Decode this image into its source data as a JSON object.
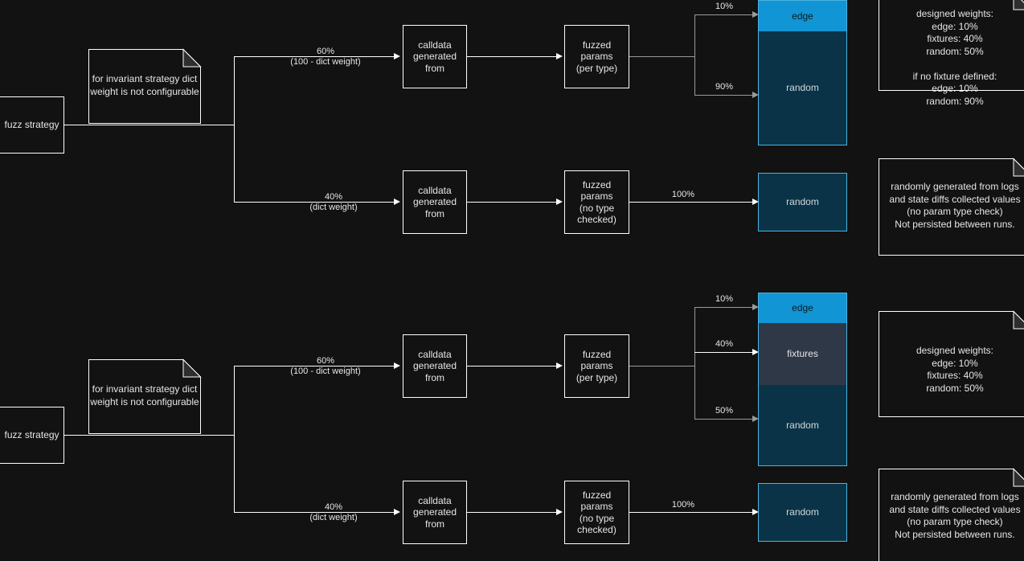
{
  "diagram": {
    "title": "fuzz strategy",
    "colors": {
      "background": "#121212",
      "line": "#ffffff",
      "line_dim": "#9a9a9a",
      "edge_fill": "#1195d4",
      "fixtures_fill": "#2f3847",
      "random_fill": "#0b3347",
      "result_border": "#4ab3e0"
    }
  },
  "top": {
    "source": {
      "label": "fuzz strategy"
    },
    "note_dict": {
      "text": "for invariant strategy dict\nweight is not configurable"
    },
    "branch_upper": {
      "pct": "60%",
      "detail": "(100 - dict weight)"
    },
    "branch_lower": {
      "pct": "40%",
      "detail": "(dict weight)"
    },
    "calldata_upper": {
      "label": "calldata\ngenerated\nfrom"
    },
    "calldata_lower": {
      "label": "calldata\ngenerated\nfrom"
    },
    "params_upper": {
      "label": "fuzzed\nparams\n(per type)"
    },
    "params_lower": {
      "label": "fuzzed\nparams\n(no type\nchecked)"
    },
    "split": [
      {
        "pct": "10%",
        "target": "edge"
      },
      {
        "pct": "90%",
        "target": "random"
      }
    ],
    "results_stack": [
      {
        "label": "edge",
        "kind": "edge"
      },
      {
        "label": "random",
        "kind": "random"
      }
    ],
    "result_single": {
      "label": "random",
      "pct": "100%"
    },
    "note_weights": {
      "text": "designed weights:\nedge: 10%\nfixtures: 40%\nrandom: 50%\n\nif no fixture defined:\nedge: 10%\nrandom: 90%"
    },
    "note_random": {
      "text": "randomly generated from logs\nand state diffs collected values\n(no param type check)\nNot persisted between runs."
    }
  },
  "bottom": {
    "source": {
      "label": "fuzz strategy"
    },
    "note_dict": {
      "text": "for invariant strategy dict\nweight is not configurable"
    },
    "branch_upper": {
      "pct": "60%",
      "detail": "(100 - dict weight)"
    },
    "branch_lower": {
      "pct": "40%",
      "detail": "(dict weight)"
    },
    "calldata_upper": {
      "label": "calldata\ngenerated\nfrom"
    },
    "calldata_lower": {
      "label": "calldata\ngenerated\nfrom"
    },
    "params_upper": {
      "label": "fuzzed\nparams\n(per type)"
    },
    "params_lower": {
      "label": "fuzzed\nparams\n(no type\nchecked)"
    },
    "split": [
      {
        "pct": "10%",
        "target": "edge"
      },
      {
        "pct": "40%",
        "target": "fixtures"
      },
      {
        "pct": "50%",
        "target": "random"
      }
    ],
    "results_stack": [
      {
        "label": "edge",
        "kind": "edge"
      },
      {
        "label": "fixtures",
        "kind": "fixtures"
      },
      {
        "label": "random",
        "kind": "random"
      }
    ],
    "result_single": {
      "label": "random",
      "pct": "100%"
    },
    "note_weights": {
      "text": "designed weights:\nedge: 10%\nfixtures: 40%\nrandom: 50%"
    },
    "note_random": {
      "text": "randomly generated from logs\nand state diffs collected values\n(no param type check)\nNot persisted between runs."
    }
  }
}
